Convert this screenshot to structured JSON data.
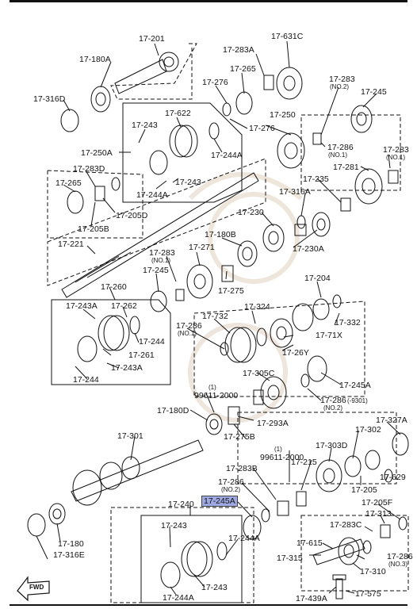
{
  "labels": {
    "l_17_201": "17-201",
    "l_17_180A": "17-180A",
    "l_17_316D": "17-316D",
    "l_17_283A": "17-283A",
    "l_17_631C": "17-631C",
    "l_17_265a": "17-265",
    "l_17_276a": "17-276",
    "l_17_276b": "17-276",
    "l_17_283_no2": "17-283",
    "l_17_245": "17-245",
    "l_17_622": "17-622",
    "l_17_243a": "17-243",
    "l_17_250": "17-250",
    "l_17_250A": "17-250A",
    "l_17_244A_a": "17-244A",
    "l_17_243b": "17-243",
    "l_17_244A_b": "17-244A",
    "l_17_286_no1_a": "17-286",
    "l_17_283_no1": "17-283",
    "l_17_283D": "17-283D",
    "l_17_265b": "17-265",
    "l_17_205D": "17-205D",
    "l_17_205B": "17-205B",
    "l_17_235": "17-235",
    "l_17_281": "17-281",
    "l_17_316A": "17-316A",
    "l_17_230": "17-230",
    "l_17_221": "17-221",
    "l_17_180B": "17-180B",
    "l_17_230A": "17-230A",
    "l_17_283_no1_b": "17-283",
    "l_17_271": "17-271",
    "l_17_245b": "17-245",
    "l_17_275": "17-275",
    "l_17_204": "17-204",
    "l_17_260": "17-260",
    "l_17_243A_a": "17-243A",
    "l_17_262": "17-262",
    "l_17_324": "17-324",
    "l_17_732": "17-732",
    "l_17_332": "17-332",
    "l_17_286_no1_b": "17-286",
    "l_17_71X": "17-71X",
    "l_17_244a": "17-244",
    "l_17_261": "17-261",
    "l_17_26Y": "17-26Y",
    "l_17_243A_b": "17-243A",
    "l_17_244b": "17-244",
    "l_17_305C": "17-305C",
    "l_17_245A": "17-245A",
    "l_99611_2000_a": "99611-2000",
    "l_17_286_no2_a": "17-286",
    "l_17_180D": "17-180D",
    "l_17_293A": "17-293A",
    "l_17_275B": "17-275B",
    "l_17_327A": "17-327A",
    "l_17_301": "17-301",
    "l_17_303D": "17-303D",
    "l_17_302": "17-302",
    "l_99611_2000_b": "99611-2000",
    "l_17_283B": "17-283B",
    "l_17_215": "17-215",
    "l_17_286_no2_b": "17-286",
    "l_17_245A_hl": "17-245A",
    "l_17_629": "17-629",
    "l_17_205": "17-205",
    "l_17_240": "17-240",
    "l_17_205F": "17-205F",
    "l_17_313": "17-313",
    "l_17_243c": "17-243",
    "l_17_283C": "17-283C",
    "l_17_180": "17-180",
    "l_17_244A_c": "17-244A",
    "l_17_316E": "17-316E",
    "l_17_615": "17-615",
    "l_17_286_no3": "17-286",
    "l_17_315": "17-315",
    "l_17_310": "17-310",
    "l_17_243d": "17-243",
    "l_17_244A_d": "17-244A",
    "l_17_439A": "17-439A",
    "l_17_575": "17-575"
  },
  "subs": {
    "s_no2_a": "(NO.2)",
    "s_no1_a": "(NO.1)",
    "s_no1_b": "(NO.1)",
    "s_no1_c": "(NO.1)",
    "s_no1_d": "(NO.1)",
    "s_no2_b": "(NO.2)",
    "s_9301": "(-9301)",
    "s_1a": "(1)",
    "s_1b": "(1)",
    "s_no2_c": "(NO.2)",
    "s_no3": "(NO.3)"
  },
  "fwd_label": "FWD",
  "colors": {
    "highlight": "#9ea9e4",
    "watermark": "#e9dccf"
  }
}
